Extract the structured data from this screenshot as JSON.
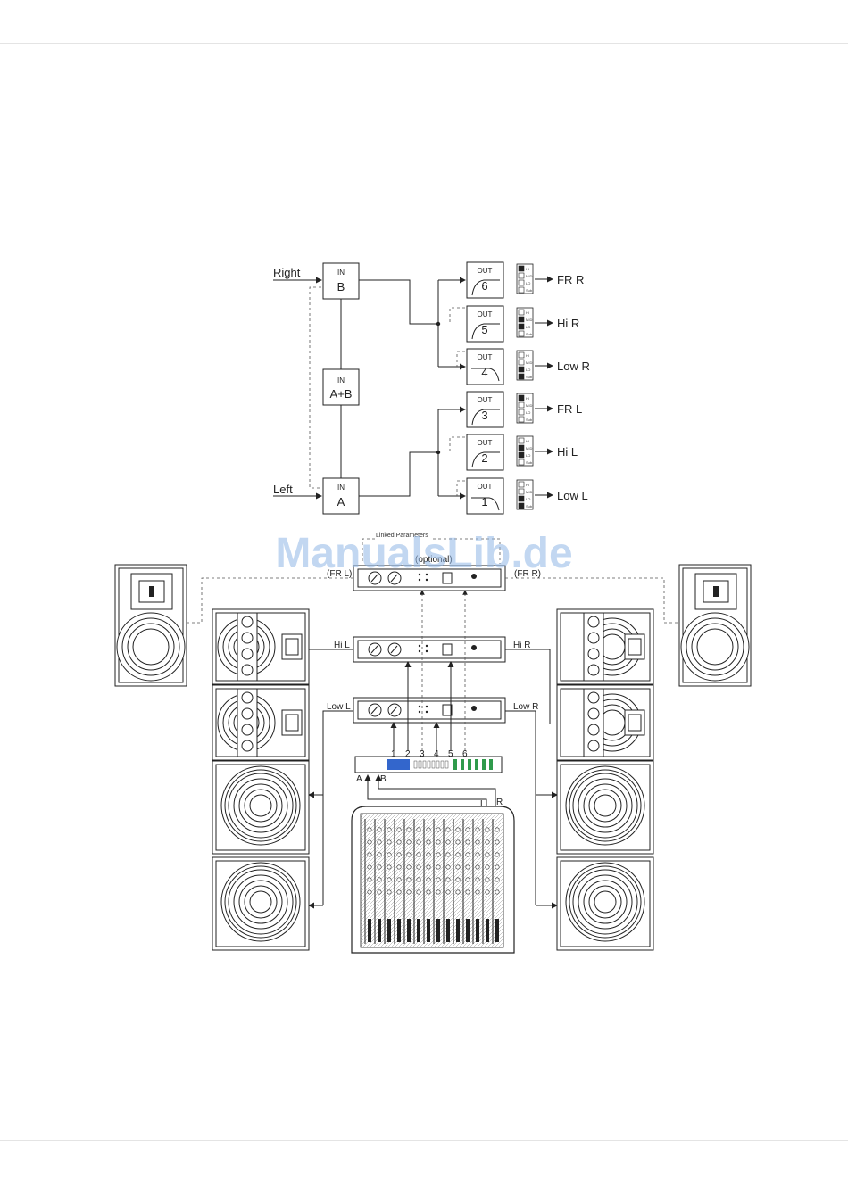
{
  "header_rule": true,
  "footer_rule": true,
  "signal_flow": {
    "inputs": [
      {
        "id": "B",
        "title": "IN",
        "label": "B",
        "source": "Right"
      },
      {
        "id": "AB",
        "title": "IN",
        "label": "A+B",
        "source": ""
      },
      {
        "id": "A",
        "title": "IN",
        "label": "A",
        "source": "Left"
      }
    ],
    "outputs": [
      {
        "title": "OUT",
        "number": "6",
        "dest": "FR R"
      },
      {
        "title": "OUT",
        "number": "5",
        "dest": "Hi R"
      },
      {
        "title": "OUT",
        "number": "4",
        "dest": "Low R"
      },
      {
        "title": "OUT",
        "number": "3",
        "dest": "FR L"
      },
      {
        "title": "OUT",
        "number": "2",
        "dest": "Hi L"
      },
      {
        "title": "OUT",
        "number": "1",
        "dest": "Low L"
      }
    ],
    "switch_labels": [
      "HI",
      "MID",
      "LO",
      "Sub"
    ]
  },
  "rig": {
    "linked_parameters": "Linked Parameters",
    "optional": "(optional)",
    "fr_left": "(FR L)",
    "fr_right": "(FR R)",
    "hi_left": "Hi L",
    "hi_right": "Hi R",
    "low_left": "Low L",
    "low_right": "Low R",
    "channel_numbers": [
      "1",
      "2",
      "3",
      "4",
      "5",
      "6"
    ],
    "input_a": "A",
    "input_b": "B",
    "mixer_left": "L",
    "mixer_right": "R"
  },
  "watermark": "ManualsLib.de"
}
